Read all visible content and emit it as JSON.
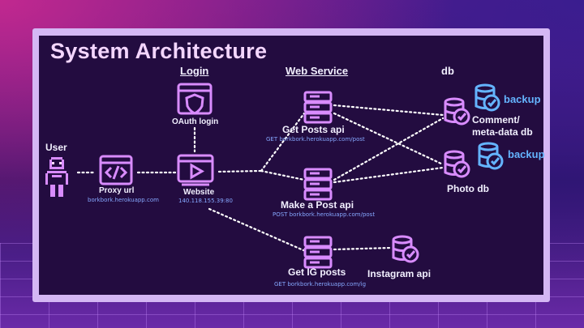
{
  "title": "System Architecture",
  "section_headers": {
    "login": "Login",
    "web_service": "Web Service",
    "db": "db"
  },
  "nodes": {
    "user": "User",
    "proxy": {
      "label": "Proxy url",
      "sub": "borkbork.herokuapp.com"
    },
    "website": {
      "label": "Website",
      "sub": "140.118.155.39:80"
    },
    "oauth": "OAuth login",
    "get_posts": {
      "label": "Get Posts api",
      "sub": "GET borkbork.herokuapp.com/post"
    },
    "make_post": {
      "label": "Make a Post api",
      "sub": "POST borkbork.herokuapp.com/post"
    },
    "get_ig": {
      "label": "Get IG posts",
      "sub": "GET borkbork.herokuapp.com/ig"
    },
    "comment_db": {
      "line1": "Comment/",
      "line2": "meta-data db"
    },
    "photo_db": "Photo db",
    "instagram_api": "Instagram api",
    "backup_1": "backup",
    "backup_2": "backup"
  },
  "colors": {
    "icon": "#d98cff",
    "db_icon": "#64b4ff",
    "connector": "#ffffff",
    "label": "#f2f0ff",
    "subtext": "#86a8ff",
    "title": "#f4d6ff"
  },
  "icons": {
    "user": "pixel-person-icon",
    "proxy": "code-window-icon",
    "website": "play-window-icon",
    "oauth": "shield-window-icon",
    "server": "server-stack-icon",
    "database": "database-check-icon"
  }
}
